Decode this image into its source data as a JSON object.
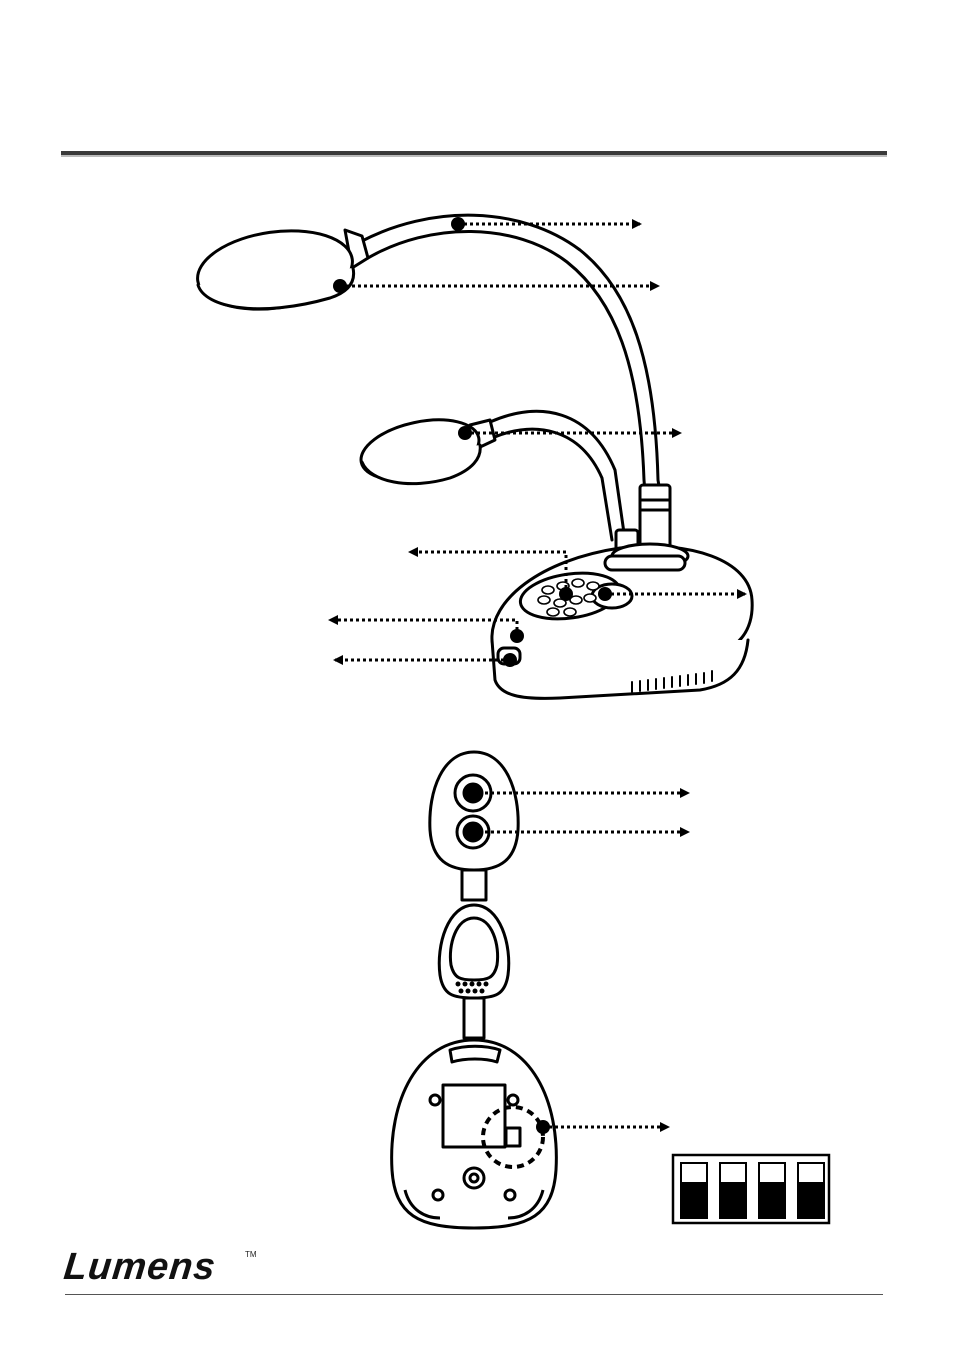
{
  "footer": {
    "logo_text": "Lumens",
    "trademark": "TM"
  },
  "colors": {
    "ink": "#111111",
    "rule": "#3a3a3a"
  },
  "dip_switch": {
    "positions": 4,
    "states": [
      "down",
      "down",
      "down",
      "down"
    ]
  }
}
